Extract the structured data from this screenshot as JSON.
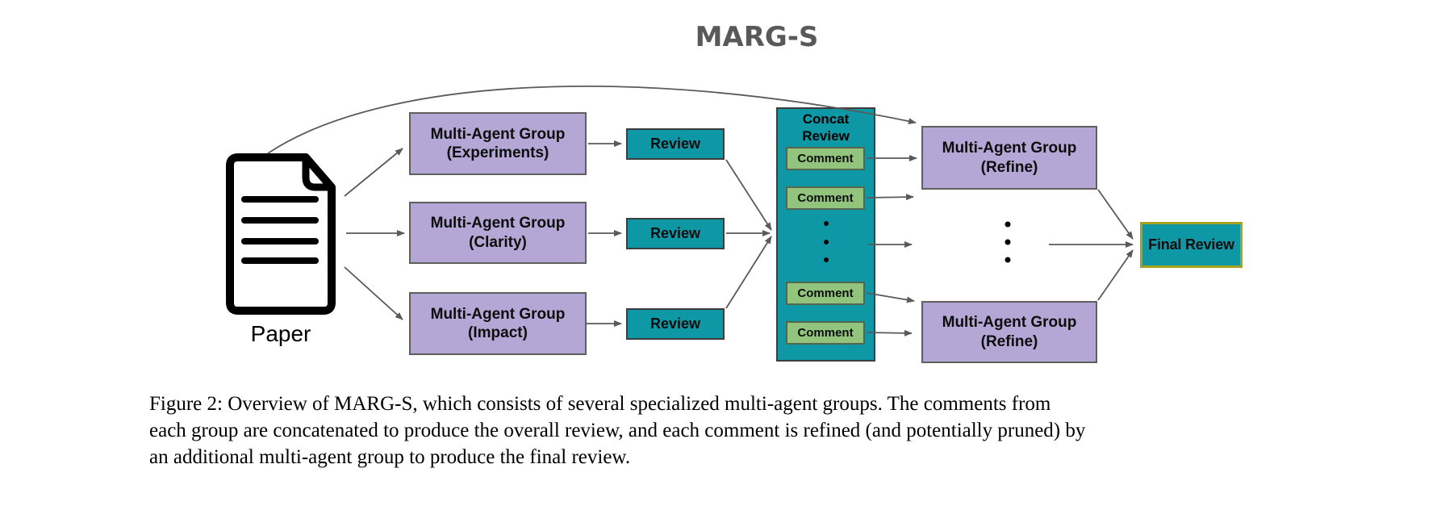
{
  "figure": {
    "title": "MARG-S"
  },
  "diagram": {
    "paper_label": "Paper",
    "agent_groups": [
      {
        "line1": "Multi-Agent Group",
        "line2": "(Experiments)"
      },
      {
        "line1": "Multi-Agent Group",
        "line2": "(Clarity)"
      },
      {
        "line1": "Multi-Agent Group",
        "line2": "(Impact)"
      }
    ],
    "reviews": [
      {
        "label": "Review"
      },
      {
        "label": "Review"
      },
      {
        "label": "Review"
      }
    ],
    "concat": {
      "title_line1": "Concat",
      "title_line2": "Review",
      "comments": [
        {
          "label": "Comment"
        },
        {
          "label": "Comment"
        },
        {
          "label": "Comment"
        },
        {
          "label": "Comment"
        }
      ]
    },
    "refine_groups": [
      {
        "line1": "Multi-Agent Group",
        "line2": "(Refine)"
      },
      {
        "line1": "Multi-Agent Group",
        "line2": "(Refine)"
      }
    ],
    "final_review_label": "Final Review"
  },
  "caption": {
    "line1": "Figure 2: Overview of MARG-S, which consists of several specialized multi-agent groups. The comments from",
    "line2": "each group are concatenated to produce the overall review, and each comment is refined (and potentially pruned) by",
    "line3": "an additional multi-agent group to produce the final review."
  },
  "colors": {
    "group_fill": "#b4a7d6",
    "review_fill": "#0e98a6",
    "comment_fill": "#93c47d",
    "final_review_border": "#a7a11b",
    "arrow": "#5a5a5a",
    "title_text": "#595959"
  }
}
